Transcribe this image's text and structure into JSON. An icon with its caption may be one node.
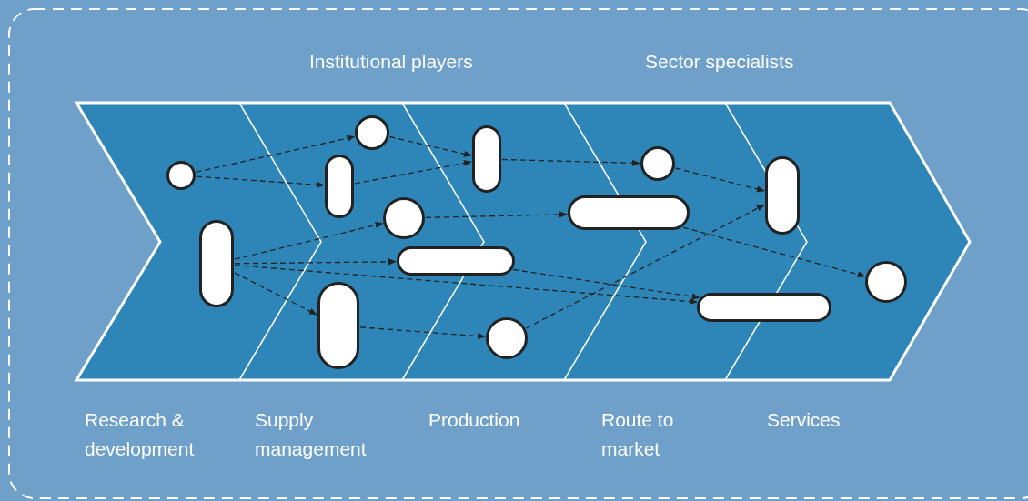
{
  "diagram": {
    "nodes": [
      {
        "text": [],
        "shape": "circle"
      },
      {
        "text": [],
        "shape": "pill"
      },
      {
        "text": [],
        "shape": "pill"
      },
      {
        "text": [],
        "shape": "pill"
      },
      {
        "text": [],
        "shape": "circle"
      },
      {
        "text": [],
        "shape": "circle"
      },
      {
        "text": [],
        "shape": "pill"
      },
      {
        "text": [],
        "shape": "pill"
      },
      {
        "text": [],
        "shape": "circle"
      },
      {
        "text": [],
        "shape": "pill"
      },
      {
        "text": [],
        "shape": "circle"
      },
      {
        "text": [],
        "shape": "pill"
      },
      {
        "text": [],
        "shape": "pill"
      },
      {
        "text": [],
        "shape": "circle"
      }
    ],
    "edges": [
      {
        "from": 0,
        "to": 4,
        "arrow": "to",
        "style": "dashed"
      },
      {
        "from": 0,
        "to": 3,
        "arrow": "to",
        "style": "dashed"
      },
      {
        "from": 4,
        "to": 7,
        "arrow": "to",
        "style": "dashed"
      },
      {
        "from": 3,
        "to": 7,
        "arrow": "to",
        "style": "dashed"
      },
      {
        "from": 7,
        "to": 10,
        "arrow": "to",
        "style": "dashed"
      },
      {
        "from": 1,
        "to": 5,
        "arrow": "to",
        "style": "dashed"
      },
      {
        "from": 5,
        "to": 9,
        "arrow": "to",
        "style": "dashed"
      },
      {
        "from": 1,
        "to": 6,
        "arrow": "to",
        "style": "dashed"
      },
      {
        "from": 1,
        "to": 11,
        "arrow": "to",
        "style": "dashed"
      },
      {
        "from": 1,
        "to": 2,
        "arrow": "to",
        "style": "dashed"
      },
      {
        "from": 2,
        "to": 8,
        "arrow": "to",
        "style": "dashed"
      },
      {
        "from": 6,
        "to": 11,
        "arrow": "to",
        "style": "dashed"
      },
      {
        "from": 8,
        "to": 12,
        "arrow": "to",
        "style": "dashed"
      },
      {
        "from": 10,
        "to": 12,
        "arrow": "to",
        "style": "dashed"
      },
      {
        "from": 9,
        "to": 13,
        "arrow": "to",
        "style": "dashed"
      }
    ],
    "labels": [
      "Institutional players",
      "Sector specialists",
      "Research & development",
      "Supply management",
      "Production",
      "Route to market",
      "Services"
    ]
  }
}
